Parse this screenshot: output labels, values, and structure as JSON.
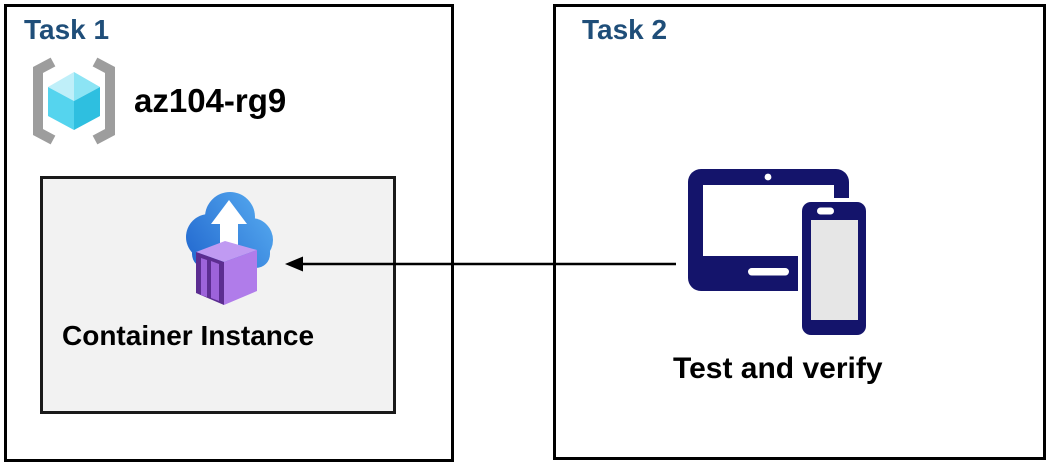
{
  "task1": {
    "title": "Task 1",
    "resource_group": {
      "name": "az104-rg9",
      "icon": "resource-group-icon"
    },
    "container_instance": {
      "label": "Container Instance",
      "icon": "container-instance-icon"
    }
  },
  "task2": {
    "title": "Task 2",
    "caption": "Test and verify",
    "icon": "tablet-phone-icon"
  },
  "connector": {
    "type": "arrow",
    "direction": "left",
    "from": "task2-devices",
    "to": "container-instance"
  },
  "colors": {
    "heading-blue": "#1f4e79",
    "outer-border": "#000000",
    "inner-box-bg": "#f2f2f2",
    "inner-box-border": "#1a1a1a",
    "label-black": "#000000",
    "arrow-black": "#000000",
    "device-navy": "#14146b",
    "device-screen-gray": "#e6e6e6",
    "bracket-gray": "#9d9d9d",
    "cube-cyan-light": "#bfeff9",
    "cube-cyan-mid": "#8ce4f4",
    "cube-cyan-deep": "#55d4ee",
    "cube-cyan-dark": "#2ebfe0",
    "cloud-blue-dark": "#2268cf",
    "cloud-blue-light": "#55a9ef",
    "container-purple-outline": "#5c2d91",
    "container-purple-panel": "#9d63da",
    "container-purple-right": "#b07cea",
    "container-purple-top": "#c09af2"
  }
}
